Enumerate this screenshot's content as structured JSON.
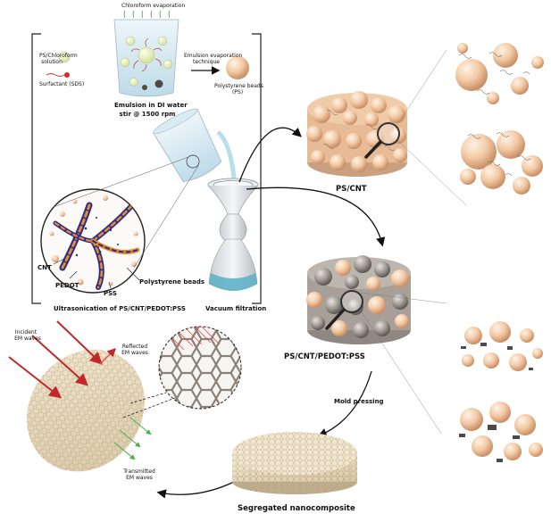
{
  "labels": {
    "chloroform_evaporation": "Chloroform evaporation",
    "ps_chloroform_solution": "PS/Chloroform solution",
    "surfactant": "Surfactant (SDS)",
    "emulsion_line1": "Emulsion in DI water",
    "emulsion_line2": "stir @ 1500 rpm",
    "emulsion_technique_line1": "Emulsion evaporation",
    "emulsion_technique_line2": "technique",
    "ps_beads_line1": "Polystyrene beads",
    "ps_beads_line2": "(PS)",
    "cnt": "CNT",
    "pedot": "PEDOT",
    "pss": "PSS",
    "polystyrene_beads": "Polystyrene beads",
    "ultrasonication": "Ultrasonication of PS/CNT/PEDOT:PSS",
    "vacuum_filtration": "Vacuum filtration",
    "ps_cnt": "PS/CNT",
    "ps_cnt_pedot_pss": "PS/CNT/PEDOT:PSS",
    "mold_pressing": "Mold pressing",
    "incident_line1": "Incident",
    "incident_line2": "EM waves",
    "reflected_line1": "Reflected",
    "reflected_line2": "EM waves",
    "transmitted_line1": "Transmitted",
    "transmitted_line2": "EM waves",
    "segregated": "Segregated nanocomposite"
  },
  "colors": {
    "bead": "#f2c9a4",
    "bead_shade": "#d9a27a",
    "grey_bead": "#9b958f",
    "pedot": "#2a2d8a",
    "pss_orange": "#e98a2a",
    "water": "#bfe3ec",
    "funnel_water": "#5fb3c5",
    "em_red": "#c0282b",
    "em_green": "#4caf50",
    "hex_panel": "#e9dcc2"
  },
  "icons": [
    "magnifier-icon",
    "bead-icon",
    "arrow-icon"
  ]
}
